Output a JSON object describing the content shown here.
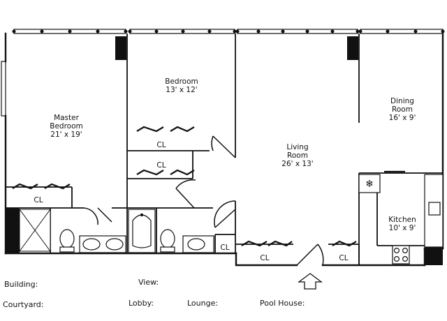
{
  "rooms": {
    "master_bedroom": {
      "name_line1": "Master",
      "name_line2": "Bedroom",
      "size": "21' x 19'"
    },
    "bedroom": {
      "name": "Bedroom",
      "size": "13' x 12'"
    },
    "dining_room": {
      "name_line1": "Dining",
      "name_line2": "Room",
      "size": "16' x 9'"
    },
    "living_room": {
      "name_line1": "Living",
      "name_line2": "Room",
      "size": "26' x 13'"
    },
    "kitchen": {
      "name": "Kitchen",
      "size": "10' x 9'"
    }
  },
  "closet_label": "CL",
  "info": {
    "building": "Building:",
    "view": "View:",
    "courtyard": "Courtyard:",
    "lobby": "Lobby:",
    "lounge": "Lounge:",
    "pool_house": "Pool House:"
  }
}
